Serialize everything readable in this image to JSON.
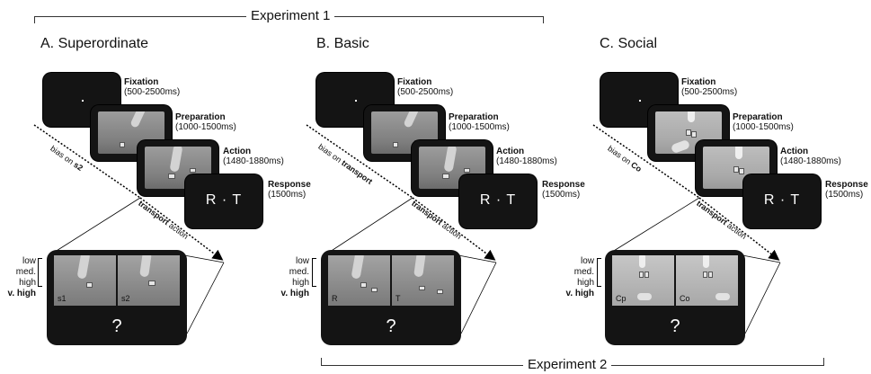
{
  "experiment1": "Experiment 1",
  "experiment2": "Experiment 2",
  "panels": [
    {
      "title": "A. Superordinate",
      "steps": [
        {
          "name": "Fixation",
          "time": "(500-2500ms)"
        },
        {
          "name": "Preparation",
          "time": "(1000-1500ms)"
        },
        {
          "name": "Action",
          "time": "(1480-1880ms)"
        },
        {
          "name": "Response",
          "time": "(1500ms)"
        }
      ],
      "response_text": "R · T",
      "bias_prefix": "bias on ",
      "bias_target": "s2",
      "action_word": "transport",
      "action_suffix": " action",
      "thumb_labels": [
        "s1",
        "s2"
      ],
      "question": "?"
    },
    {
      "title": "B. Basic",
      "steps": [
        {
          "name": "Fixation",
          "time": "(500-2500ms)"
        },
        {
          "name": "Preparation",
          "time": "(1000-1500ms)"
        },
        {
          "name": "Action",
          "time": "(1480-1880ms)"
        },
        {
          "name": "Response",
          "time": "(1500ms)"
        }
      ],
      "response_text": "R · T",
      "bias_prefix": "bias on ",
      "bias_target": "transport",
      "action_word": "transport",
      "action_suffix": " action",
      "thumb_labels": [
        "R",
        "T"
      ],
      "question": "?"
    },
    {
      "title": "C. Social",
      "steps": [
        {
          "name": "Fixation",
          "time": "(500-2500ms)"
        },
        {
          "name": "Preparation",
          "time": "(1000-1500ms)"
        },
        {
          "name": "Action",
          "time": "(1480-1880ms)"
        },
        {
          "name": "Response",
          "time": "(1500ms)"
        }
      ],
      "response_text": "R · T",
      "bias_prefix": "bias on ",
      "bias_target": "Co",
      "action_word": "transport",
      "action_suffix": " action",
      "thumb_labels": [
        "Cp",
        "Co"
      ],
      "question": "?"
    }
  ],
  "confidence_levels": [
    "low",
    "med.",
    "high",
    "v. high"
  ]
}
